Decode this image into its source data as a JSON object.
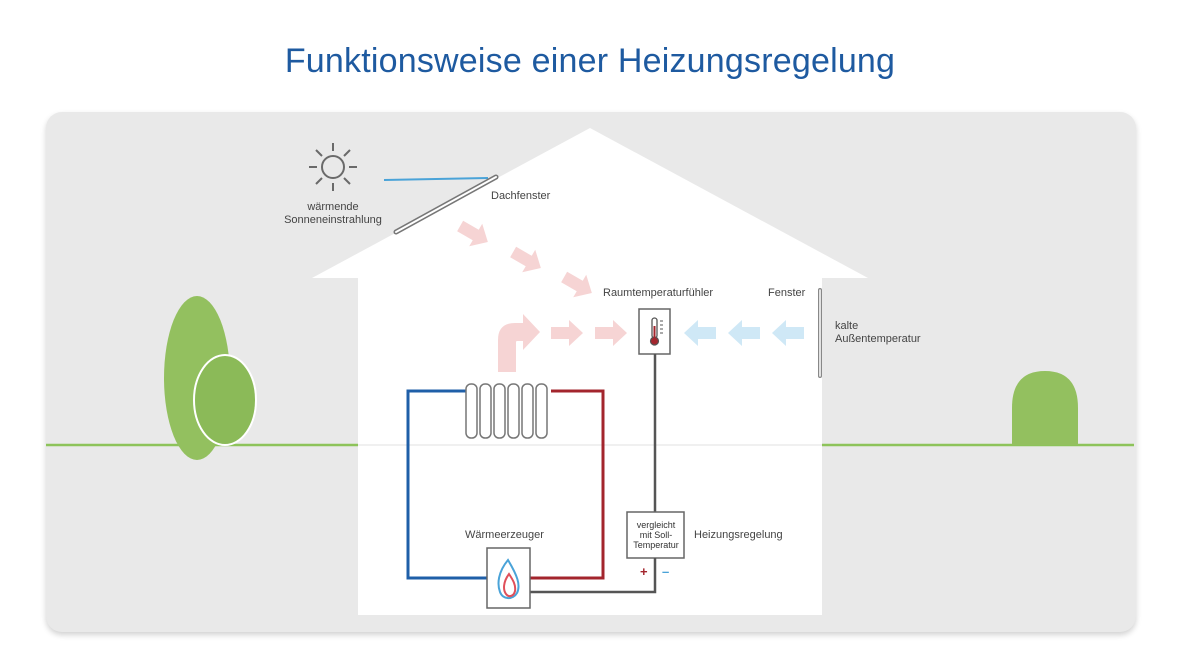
{
  "title": "Funktionsweise einer Heizungsregelung",
  "labels": {
    "sun_line1": "wärmende",
    "sun_line2": "Sonneneinstrahlung",
    "roof_window": "Dachfenster",
    "room_sensor": "Raumtemperaturfühler",
    "window": "Fenster",
    "outside_line1": "kalte",
    "outside_line2": "Außentemperatur",
    "heat_generator": "Wärmeerzeuger",
    "controller_line1": "vergleicht",
    "controller_line2": "mit Soll-",
    "controller_line3": "Temperatur",
    "controller": "Heizungsregelung",
    "plus": "+",
    "minus": "–"
  },
  "colors": {
    "title": "#1e5aa0",
    "panel": "#e9e9e9",
    "house": "#ffffff",
    "ground_line": "#8dc35a",
    "tree": "#93c05f",
    "pipe_cold": "#1f5fa8",
    "pipe_hot": "#a3252d",
    "warm_arrow": "#f6d4d4",
    "cold_arrow": "#cfe8f6",
    "sun_ray": "#4aa3d8",
    "wire": "#555555"
  },
  "icons": [
    "sun-icon",
    "thermometer-icon",
    "flame-icon",
    "radiator-icon"
  ]
}
